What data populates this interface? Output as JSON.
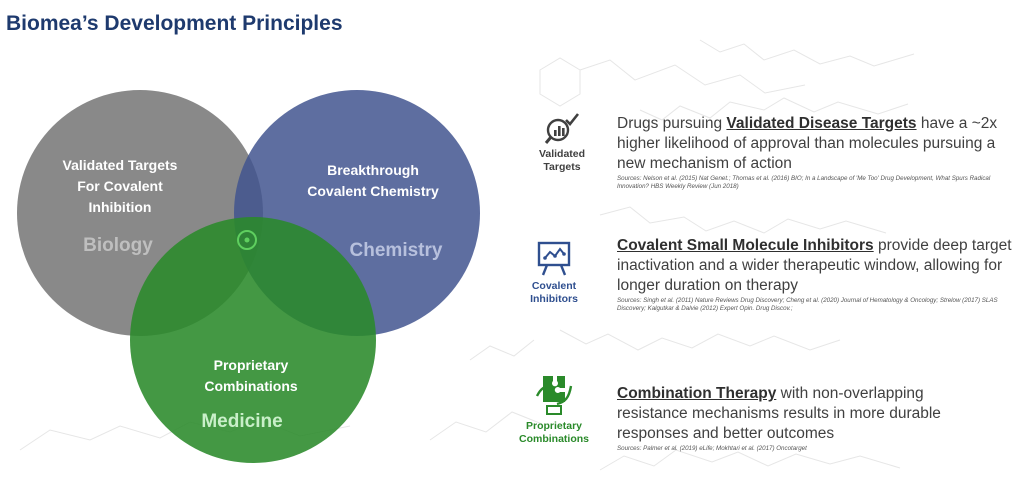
{
  "title": "Biomea’s Development Principles",
  "venn": {
    "circles": [
      {
        "label": "Validated Targets\nFor Covalent\nInhibition",
        "domain": "Biology",
        "color": "#7f7f7f"
      },
      {
        "label": "Breakthrough\nCovalent Chemistry",
        "domain": "Chemistry",
        "color": "#42558f"
      },
      {
        "label": "Proprietary\nCombinations",
        "domain": "Medicine",
        "color": "#2a8a2a"
      }
    ],
    "center_icon": "target-circle-icon"
  },
  "rows": [
    {
      "icon": "chart-checkmark-icon",
      "icon_label": "Validated\nTargets",
      "icon_color": "#404040",
      "emphasis": "Validated Disease Targets",
      "pre": "Drugs pursuing ",
      "post": " have a ~2x higher likelihood of approval than molecules pursuing a new mechanism of action",
      "sources": "Sources: Nelson et al. (2015) Nat Genet.; Thomas et al. (2016) BIO; In a Landscape of 'Me Too' Drug Development, What Spurs Radical Innovation? HBS Weekly Review (Jun 2018)"
    },
    {
      "icon": "molecule-board-icon",
      "icon_label": "Covalent\nInhibitors",
      "icon_color": "#2f4f8f",
      "emphasis": "Covalent Small Molecule Inhibitors",
      "pre": "",
      "post": " provide deep target inactivation and a wider therapeutic window, allowing for longer duration on therapy",
      "sources": "Sources: Singh et al. (2011) Nature Reviews Drug Discovery; Cheng et al. (2020) Journal of Hematology & Oncology; Strelow (2017) SLAS Discovery; Kalgutkar & Dalvie (2012) Expert Opin. Drug Discov.;"
    },
    {
      "icon": "puzzle-hands-icon",
      "icon_label": "Proprietary\nCombinations",
      "icon_color": "#2a8a2a",
      "emphasis": "Combination Therapy",
      "pre": "",
      "post": " with non-overlapping resistance mechanisms results in more durable responses and better outcomes",
      "sources": "Sources: Palmer et al. (2019) eLife; Mokhtari et al. (2017) Oncotarget"
    }
  ]
}
